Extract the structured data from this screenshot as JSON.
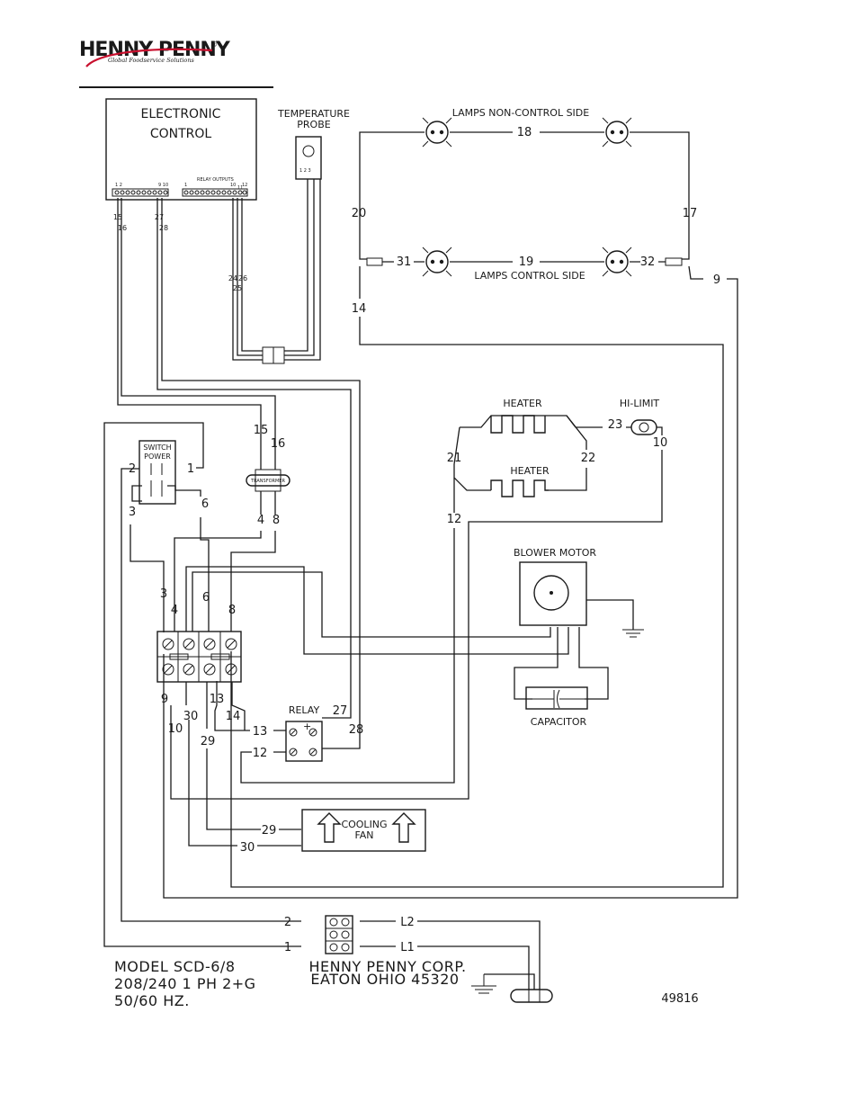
{
  "header": {
    "brand": "HENNY PENNY",
    "registered": "®",
    "tagline": "Global Foodservice Solutions",
    "accent_color": "#c8102e"
  },
  "components": {
    "electronic_control": [
      "ELECTRONIC",
      "CONTROL"
    ],
    "ec_pins_left_a": "1 2",
    "ec_pins_left_b": "9 10",
    "relay_outputs": "RELAY OUTPUTS",
    "ec_pins_right_a": "1",
    "ec_pins_right_b": "10",
    "ec_pins_right_c": "11",
    "ec_pins_right_d": "12",
    "temperature_probe": [
      "TEMPERATURE",
      "PROBE"
    ],
    "probe_pins": "1 2 3",
    "lamps_non_control": "LAMPS NON-CONTROL SIDE",
    "lamps_control": "LAMPS CONTROL SIDE",
    "switch_power": [
      "SWITCH",
      "POWER"
    ],
    "transformer": "TRANSFORMER",
    "heater_top": "HEATER",
    "heater_bottom": "HEATER",
    "hi_limit": "HI-LIMIT",
    "blower_motor": "BLOWER MOTOR",
    "capacitor": "CAPACITOR",
    "relay": "RELAY",
    "relay_plus": "+",
    "cooling_fan": [
      "COOLING",
      "FAN"
    ]
  },
  "wire_numbers": {
    "w1": "1",
    "w2": "2",
    "w3": "3",
    "w3b": "3",
    "w4": "4",
    "w4b": "4",
    "w6": "6",
    "w6b": "6",
    "w8": "8",
    "w8b": "8",
    "w9": "9",
    "w9b": "9",
    "w10": "10",
    "w10b": "10",
    "w12": "12",
    "w12b": "12",
    "w13": "13",
    "w13b": "13",
    "w14": "14",
    "w14b": "14",
    "w15": "15",
    "w15b": "15",
    "w16": "16",
    "w16b": "16",
    "w17": "17",
    "w18": "18",
    "w19": "19",
    "w20": "20",
    "w21": "21",
    "w22": "22",
    "w23": "23",
    "w24": "24",
    "w25": "25",
    "w26": "26",
    "w27": "27",
    "w27b": "27",
    "w28": "28",
    "w28b": "28",
    "w29": "29",
    "w29b": "29",
    "w30": "30",
    "w30b": "30",
    "w31": "31",
    "w32": "32",
    "w2b": "2",
    "w1b": "1",
    "l2": "L2",
    "l1": "L1"
  },
  "footer": {
    "model": "MODEL SCD-6/8",
    "power": "208/240 1 PH 2+G",
    "freq": "50/60 HZ.",
    "corp": "HENNY PENNY CORP.",
    "address": "EATON OHIO 45320",
    "drawing_number": "49816"
  }
}
